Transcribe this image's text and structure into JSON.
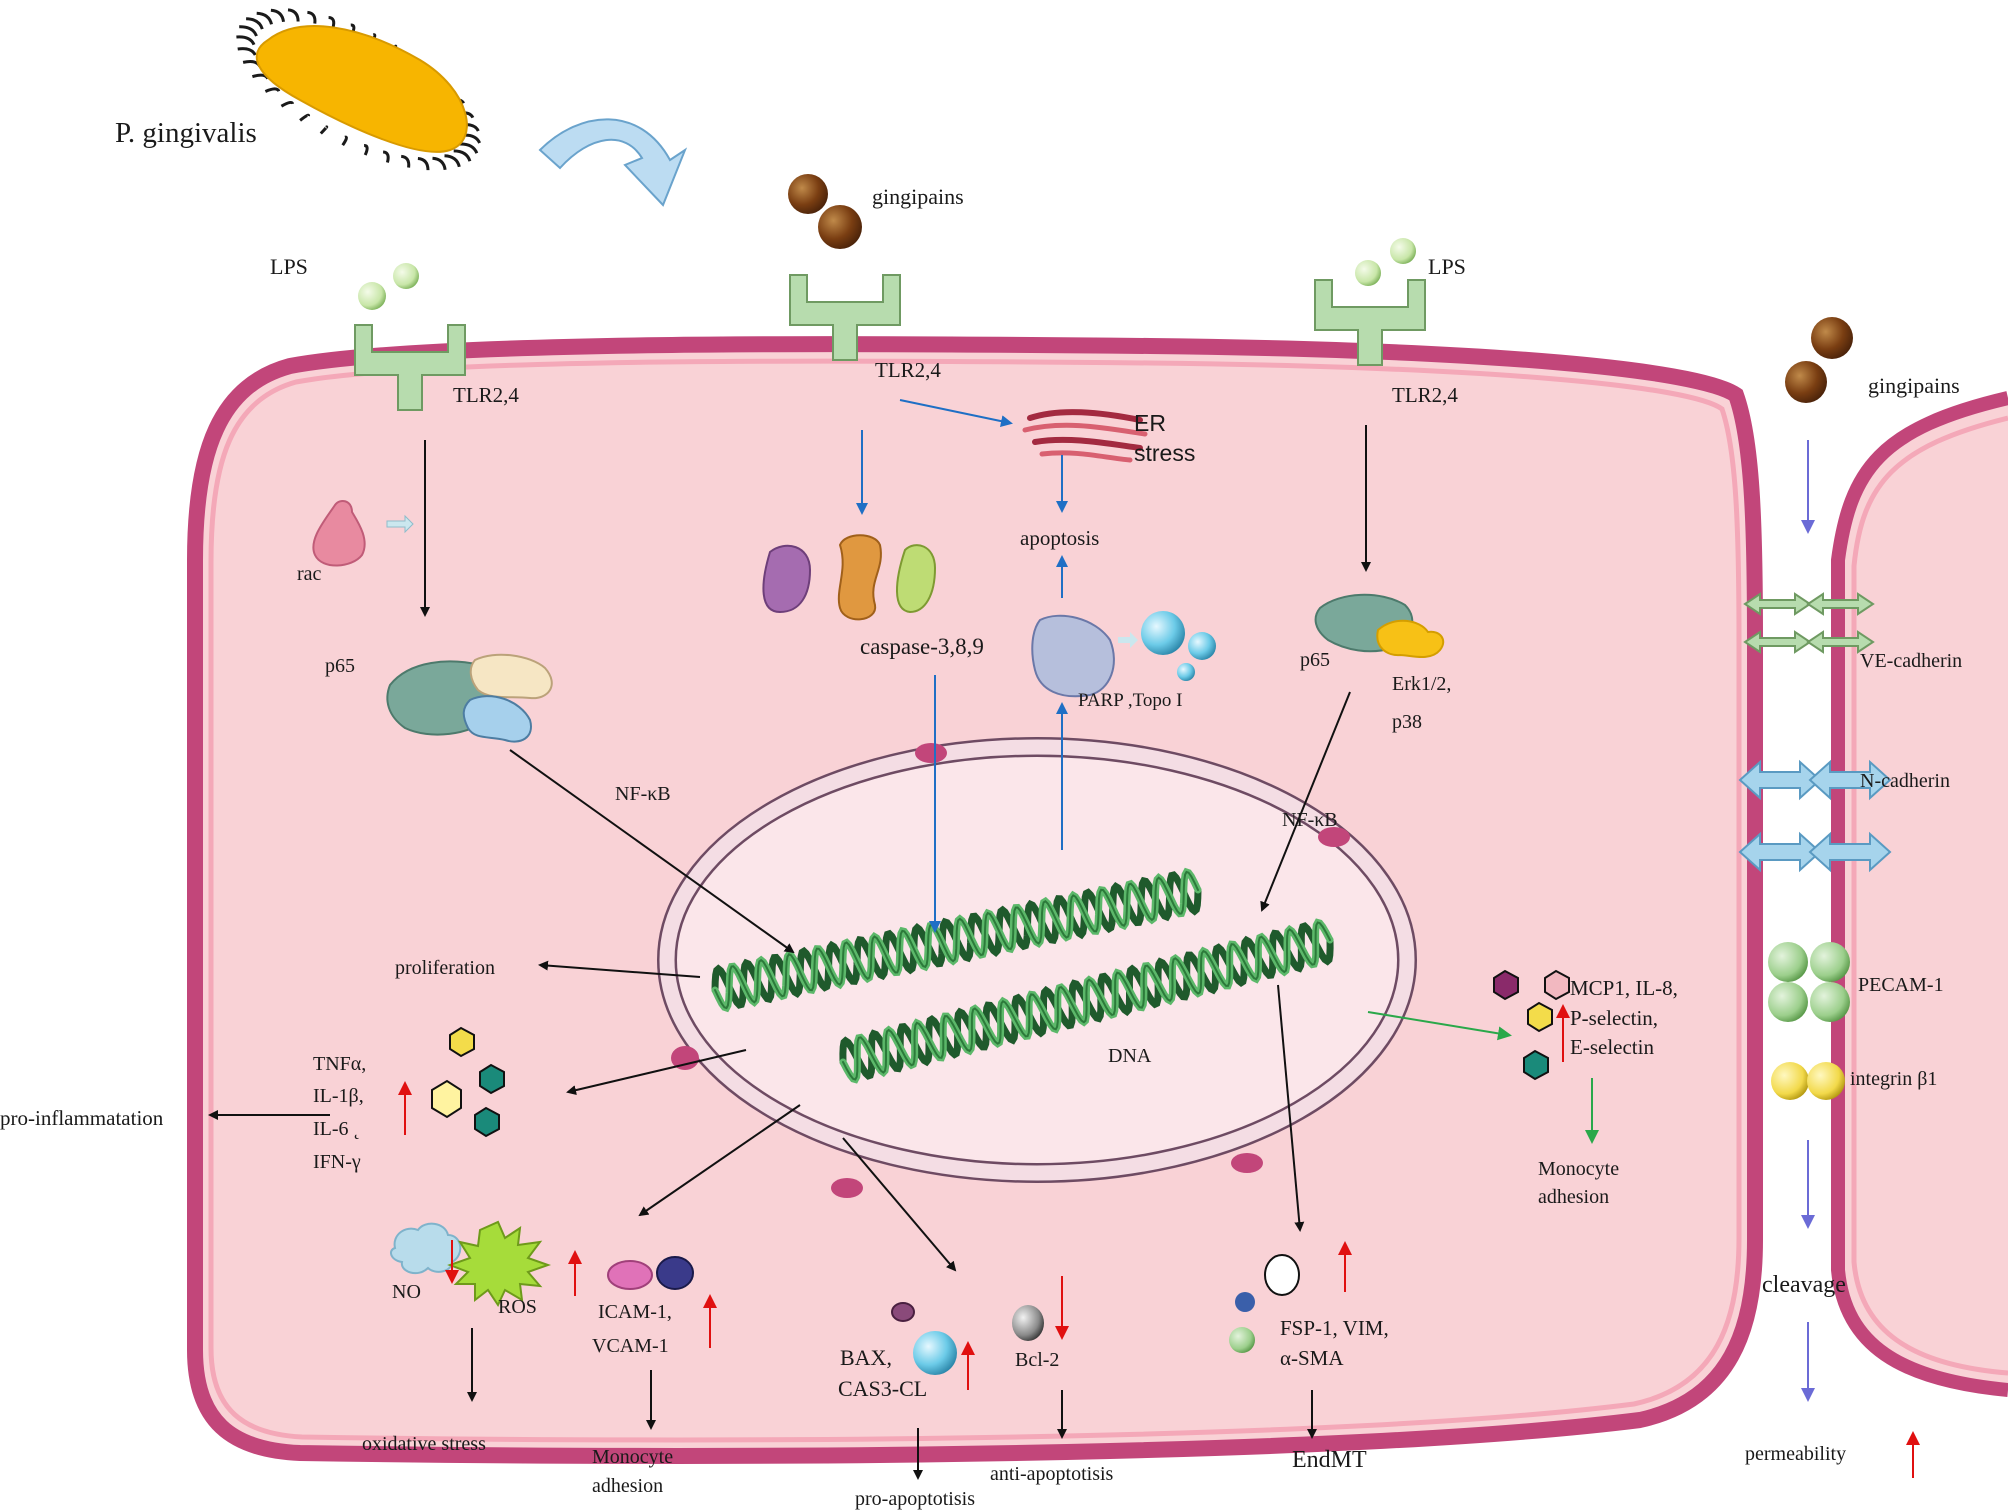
{
  "labels": {
    "bacterium": "P. gingivalis",
    "gingipains_top": "gingipains",
    "gingipains_right": "gingipains",
    "lps_left": "LPS",
    "lps_right": "LPS",
    "tlr_left": "TLR2,4",
    "tlr_mid": "TLR2,4",
    "tlr_right": "TLR2,4",
    "er_line1": "ER",
    "er_line2": "stress",
    "apoptosis": "apoptosis",
    "rac": "rac",
    "p65_left": "p65",
    "p65_right": "p65",
    "caspase": "caspase-3,8,9",
    "parp": "PARP ,Topo I",
    "erk": "Erk1/2,",
    "p38": "p38",
    "nfkb_left": "NF-κB",
    "nfkb_right": "NF-κB",
    "dna": "DNA",
    "proliferation": "proliferation",
    "tnf": "TNFα,",
    "il1": "IL-1β,",
    "il6": "IL-6 ˛",
    "ifn": "IFN-γ",
    "pro_inflammation": "pro-inflammatation",
    "no": "NO",
    "ros": "ROS",
    "icam": "ICAM-1,",
    "vcam": "VCAM-1",
    "oxidative_stress": "oxidative  stress",
    "monocyte_adhesion_1a": "Monocyte",
    "monocyte_adhesion_1b": "adhesion",
    "bax": "BAX,",
    "cas3": "CAS3-CL",
    "bcl2": "Bcl-2",
    "pro_apoptosis": "pro-apoptotisis",
    "anti_apoptosis": "anti-apoptotisis",
    "fsp": "FSP-1, VIM,",
    "asma": "α-SMA",
    "endmt": "EndMT",
    "mcp1": "MCP1, IL-8,",
    "pselectin": "P-selectin,",
    "eselectin": "E-selectin",
    "monocyte_adhesion_2a": "Monocyte",
    "monocyte_adhesion_2b": "adhesion",
    "ve_cadherin": "VE-cadherin",
    "n_cadherin": "N-cadherin",
    "pecam": "PECAM-1",
    "integrin": "integrin β1",
    "cleavage": "cleavage",
    "permeability": "permeability"
  },
  "colors": {
    "membrane": "#c2467a",
    "cell_fill": "#f9d2d6",
    "black_arrow": "#111111",
    "blue_arrow": "#1f6fc5",
    "green_arrow": "#2aa84a",
    "red_arrow": "#e01010",
    "purple_arrow": "#6b6bd6",
    "bacterium": "#f7b500",
    "gingipain": "#7a3e12",
    "lps": "#c8e6a8",
    "receptor": "#a8d4a0",
    "dna": "#3f9a4f"
  }
}
